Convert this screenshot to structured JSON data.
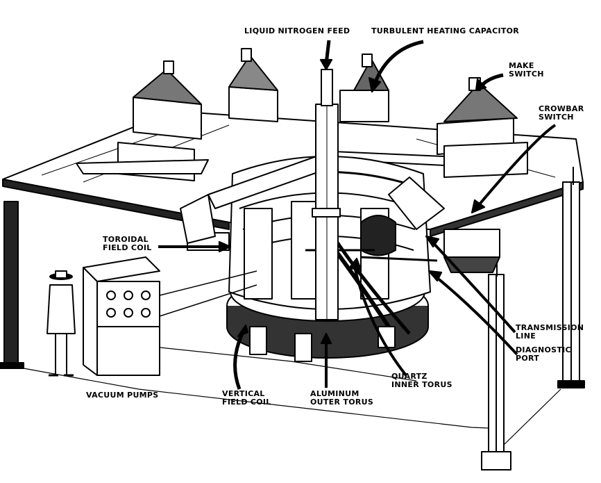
{
  "colors": {
    "ink": "#000000",
    "paper": "#ffffff",
    "shade": "#555555"
  },
  "labels": {
    "liquid_nitrogen_feed": "LIQUID NITROGEN FEED",
    "turbulent_heating_capacitor": "TURBULENT HEATING CAPACITOR",
    "make_switch": [
      "MAKE",
      "SWITCH"
    ],
    "crowbar_switch": [
      "CROWBAR",
      "SWITCH"
    ],
    "toroidal_field_coil": [
      "TOROIDAL",
      "FIELD COIL"
    ],
    "transmission_line": [
      "TRANSMISSION",
      "LINE"
    ],
    "diagnostic_port": [
      "DIAGNOSTIC",
      "PORT"
    ],
    "quartz_inner_torus": [
      "QUARTZ",
      "INNER TORUS"
    ],
    "aluminum_outer_torus": [
      "ALUMINUM",
      "OUTER TORUS"
    ],
    "vertical_field_coil": [
      "VERTICAL",
      "FIELD COIL"
    ],
    "vacuum_pumps": "VACUUM PUMPS"
  }
}
